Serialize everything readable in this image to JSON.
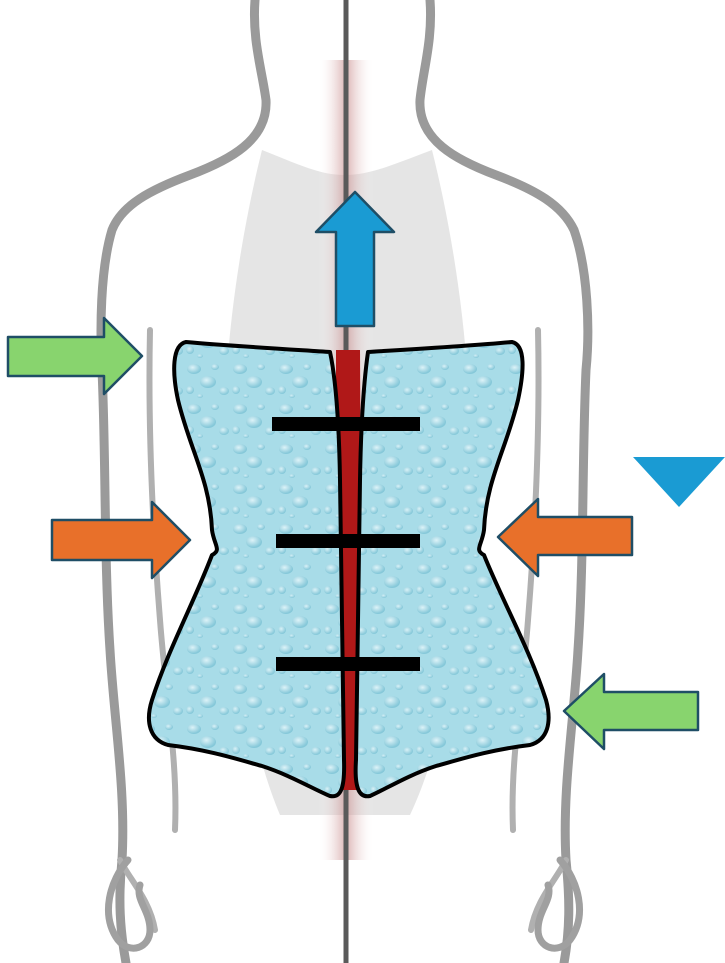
{
  "diagram": {
    "subject": "back-with-corset-brace",
    "colors": {
      "background": "#ffffff",
      "body_outline": "#8f8f8f",
      "torso_shadow": "#d9d9d9",
      "spine_line": "#5a5a5a",
      "spine_glow": "#c88a8a",
      "spinal_canal": "#b01818",
      "brace_fill": "#a8dce8",
      "brace_outline": "#000000",
      "strap": "#000000",
      "arrow_blue": "#1a9bd3",
      "arrow_green": "#88d46e",
      "arrow_orange": "#e8702a",
      "arrow_outline": "#1f4e66",
      "marker_blue": "#1a9bd3"
    },
    "straps": [
      {
        "name": "strap-top"
      },
      {
        "name": "strap-middle"
      },
      {
        "name": "strap-bottom"
      }
    ],
    "arrows": [
      {
        "name": "arrow-up-blue",
        "direction": "up",
        "color": "blue",
        "meaning": "traction-upward"
      },
      {
        "name": "arrow-upper-left-green",
        "direction": "right",
        "color": "green",
        "meaning": "lateral-pressure"
      },
      {
        "name": "arrow-waist-left-orange",
        "direction": "right",
        "color": "orange",
        "meaning": "waist-compression"
      },
      {
        "name": "arrow-waist-right-orange",
        "direction": "left",
        "color": "orange",
        "meaning": "waist-compression"
      },
      {
        "name": "arrow-lower-right-green",
        "direction": "left",
        "color": "green",
        "meaning": "lateral-pressure"
      }
    ],
    "markers": [
      {
        "name": "down-triangle-marker",
        "shape": "down-triangle",
        "color": "blue"
      }
    ]
  }
}
